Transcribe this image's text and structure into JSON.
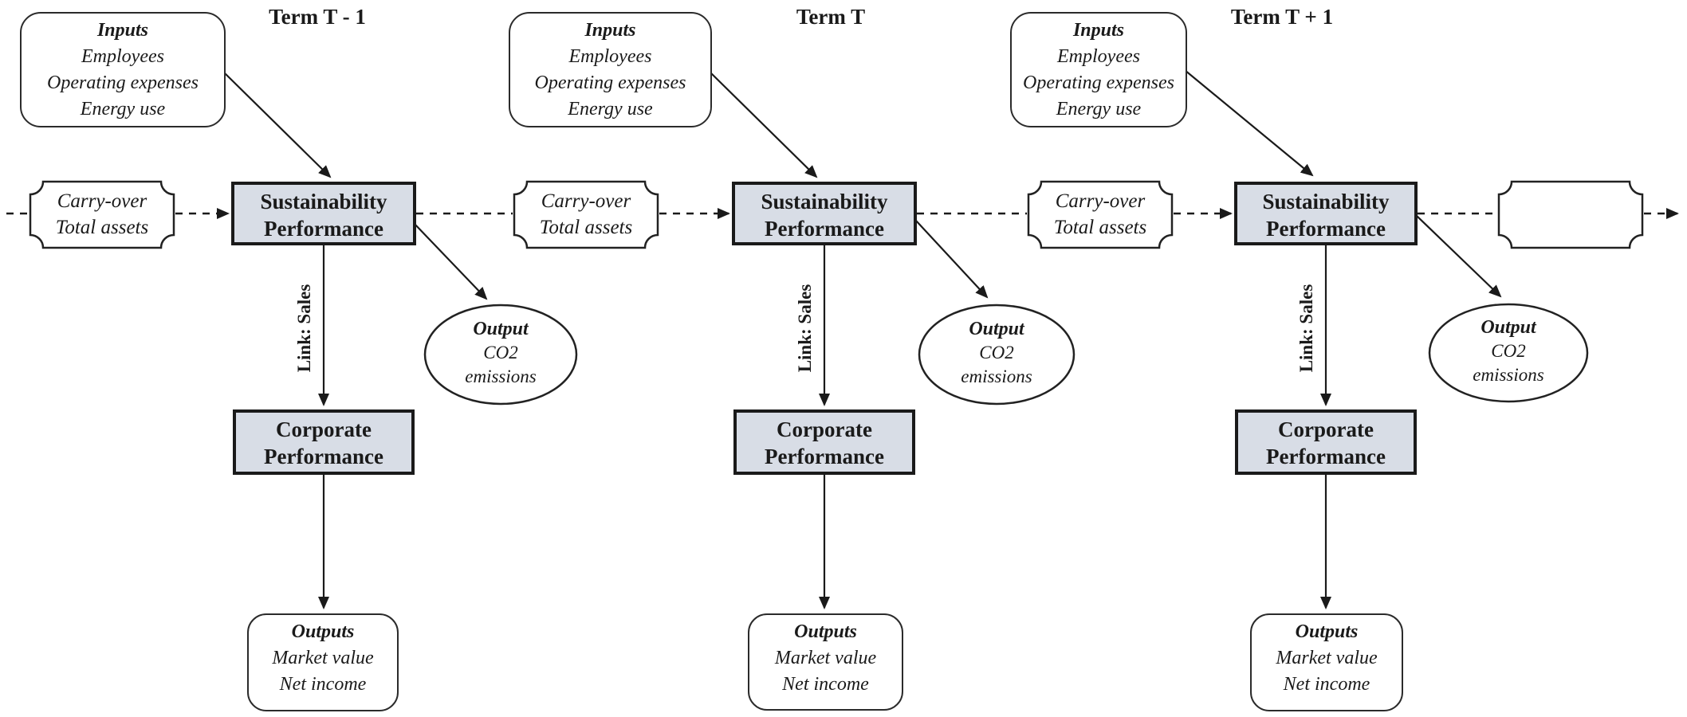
{
  "diagram": {
    "terms": [
      {
        "title": "Term T - 1"
      },
      {
        "title": "Term T"
      },
      {
        "title": "Term T + 1"
      }
    ],
    "nodes": {
      "inputs": {
        "title": "Inputs",
        "items": [
          "Employees",
          "Operating expenses",
          "Energy use"
        ]
      },
      "carry_over": {
        "line1": "Carry-over",
        "line2": "Total assets"
      },
      "sustainability": {
        "line1": "Sustainability",
        "line2": "Performance"
      },
      "link_label": "Link: Sales",
      "output_ellipse": {
        "title": "Output",
        "line1": "CO2",
        "line2": "emissions"
      },
      "corporate": {
        "line1": "Corporate",
        "line2": "Performance"
      },
      "outputs": {
        "title": "Outputs",
        "items": [
          "Market value",
          "Net income"
        ]
      }
    },
    "colors": {
      "performance_fill": "#d8dde6",
      "line": "#1a1a1a",
      "background": "#ffffff"
    }
  }
}
